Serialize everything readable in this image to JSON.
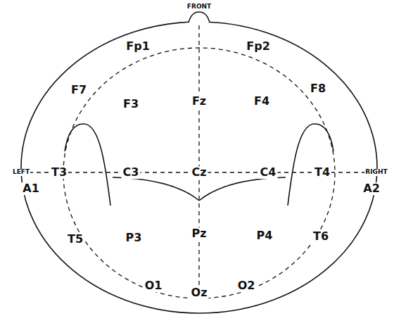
{
  "diagram": {
    "labels": [
      "FRONT",
      "Fp1",
      "Fp2",
      "F7",
      "F3",
      "Fz",
      "F4",
      "F8",
      "LEFT",
      "T3",
      "C3",
      "Cz",
      "C4",
      "T4",
      "RIGHT",
      "A1",
      "A2",
      "T5",
      "P3",
      "Pz",
      "P4",
      "T6",
      "O1",
      "Oz",
      "O2"
    ]
  }
}
